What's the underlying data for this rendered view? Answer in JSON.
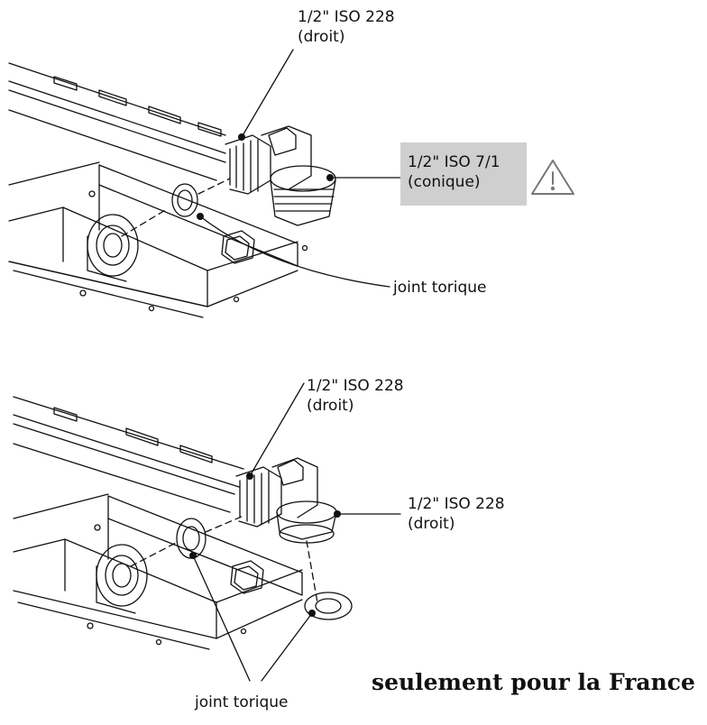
{
  "top": {
    "fitting_label": {
      "line1": "1/2\"  ISO 228",
      "line2": "(droit)"
    },
    "tapered_label": {
      "line1": "1/2\"  ISO 7/1",
      "line2": "(conique)"
    },
    "seal_label": "joint torique",
    "warning_icon": "warning-triangle-icon"
  },
  "bottom": {
    "fitting_label": {
      "line1": "1/2\"  ISO 228",
      "line2": "(droit)"
    },
    "outlet_label": {
      "line1": "1/2\"  ISO 228",
      "line2": "(droit)"
    },
    "seal_label": "joint torique",
    "note": "seulement pour la France"
  },
  "colors": {
    "line": "#111111",
    "box_fill": "#cfcfcf",
    "background": "#ffffff"
  }
}
